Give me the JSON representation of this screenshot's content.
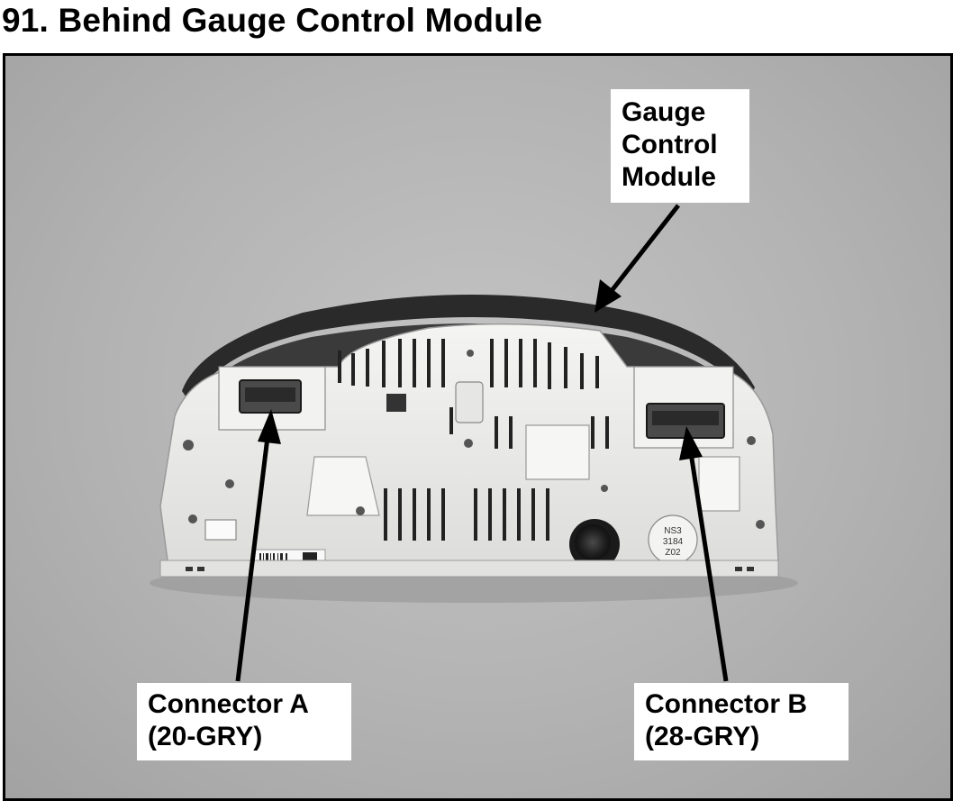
{
  "title": "91. Behind Gauge Control Module",
  "callouts": {
    "gauge_control_module": [
      "Gauge",
      "Control",
      "Module"
    ],
    "connector_a": [
      "Connector A",
      "(20-GRY)"
    ],
    "connector_b": [
      "Connector B",
      "(28-GRY)"
    ]
  },
  "housing_stamp": [
    "NS3",
    "3184",
    "Z02"
  ],
  "colors": {
    "background": "#b8b8b8",
    "housing": "#ececea",
    "bezel": "#2a2a2a",
    "callout_box": "#ffffff",
    "text": "#000000"
  }
}
